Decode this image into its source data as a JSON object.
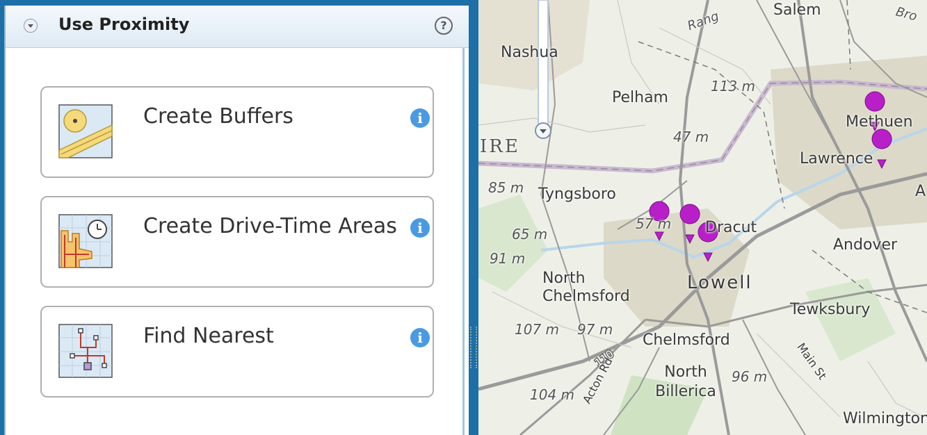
{
  "panel": {
    "title": "Use Proximity",
    "collapse_icon": "chevron-down-circle-icon",
    "help_icon": "question-icon",
    "help_label": "?"
  },
  "tools": [
    {
      "label": "Create Buffers",
      "icon": "buffers-icon",
      "info": "i"
    },
    {
      "label": "Create Drive-Time Areas",
      "icon": "drive-time-icon",
      "info": "i"
    },
    {
      "label": "Find Nearest",
      "icon": "find-nearest-icon",
      "info": "i"
    }
  ],
  "map": {
    "labels": [
      "Salem",
      "Nashua",
      "Pelham",
      "113 m",
      "47 m",
      "IRE",
      "Methuen",
      "Lawrence",
      "85 m",
      "Tyngsboro",
      "57 m",
      "Dracut",
      "65 m",
      "91 m",
      "Andover",
      "North Chelmsford",
      "Lowell",
      "Tewksbury",
      "107 m",
      "97 m",
      "Chelmsford",
      "North Billerica",
      "96 m",
      "104 m",
      "Acton Rd",
      "Main St",
      "Wilmington",
      "110",
      "Rang",
      "Bro",
      "A"
    ],
    "colors": {
      "marker": "#b81fc9",
      "road": "#9a9a9a",
      "land": "#dcd9c8",
      "green": "#cfe3c3",
      "water": "#b8d6ea"
    }
  }
}
